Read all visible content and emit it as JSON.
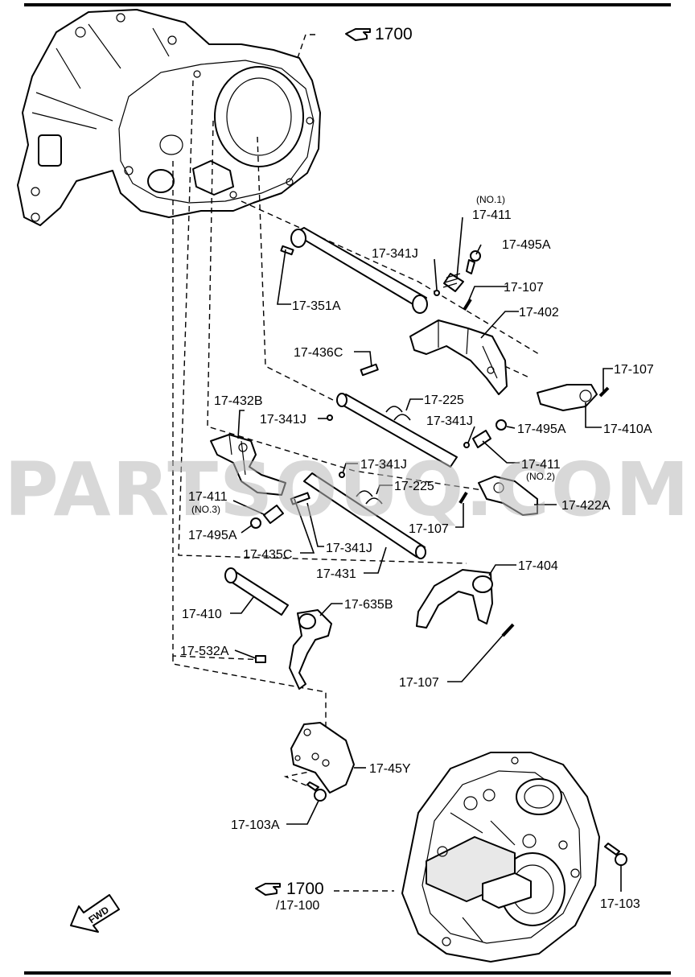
{
  "labels": {
    "ref_top": "1700",
    "ref_bottom": "1700",
    "ref_bottom_sub": "/17-100",
    "p411_no1_note": "(NO.1)",
    "p411_no1": "17-411",
    "p495A_a": "17-495A",
    "p341J_a": "17-341J",
    "p107_a": "17-107",
    "p402": "17-402",
    "p351A": "17-351A",
    "p107_b": "17-107",
    "p410A": "17-410A",
    "p436C": "17-436C",
    "p225_a": "17-225",
    "p432B": "17-432B",
    "p341J_b": "17-341J",
    "p341J_c": "17-341J",
    "p495A_b": "17-495A",
    "p411_no2": "17-411",
    "p411_no2_note": "(NO.2)",
    "p341J_d": "17-341J",
    "p225_b": "17-225",
    "p422A": "17-422A",
    "p411_no3": "17-411",
    "p411_no3_note": "(NO.3)",
    "p107_c": "17-107",
    "p495A_c": "17-495A",
    "p435C": "17-435C",
    "p341J_e": "17-341J",
    "p431": "17-431",
    "p404": "17-404",
    "p410": "17-410",
    "p635B": "17-635B",
    "p532A": "17-532A",
    "p107_d": "17-107",
    "p45Y": "17-45Y",
    "p103A": "17-103A",
    "p103": "17-103",
    "fwd": "FWD"
  },
  "watermark": "PARTSOUQ.COM",
  "colors": {
    "line": "#000000",
    "background": "#ffffff",
    "watermark": "#b9b9b9"
  }
}
